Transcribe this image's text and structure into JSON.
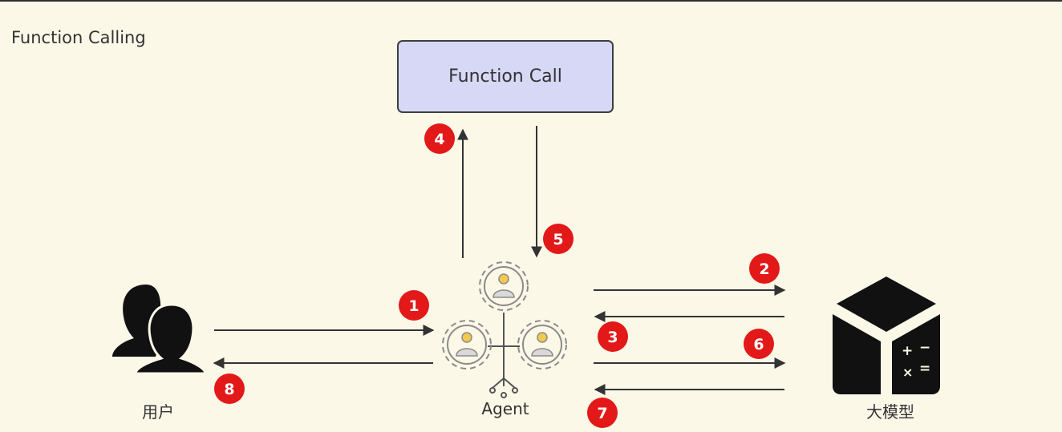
{
  "title": "Function Calling",
  "function_call_box": {
    "label": "Function Call"
  },
  "actors": {
    "user": {
      "label": "用户",
      "icon": "users-icon"
    },
    "agent": {
      "label": "Agent",
      "icon": "agent-network-icon"
    },
    "model": {
      "label": "大模型",
      "icon": "cube-calculator-icon"
    }
  },
  "steps": [
    "1",
    "2",
    "3",
    "4",
    "5",
    "6",
    "7",
    "8"
  ],
  "colors": {
    "background": "#fbf8e8",
    "badge": "#e31818",
    "box_fill": "#d6d8f6",
    "arrow": "#333333",
    "agent_gear": "#8a8a8a",
    "agent_head": "#f2c94c"
  }
}
